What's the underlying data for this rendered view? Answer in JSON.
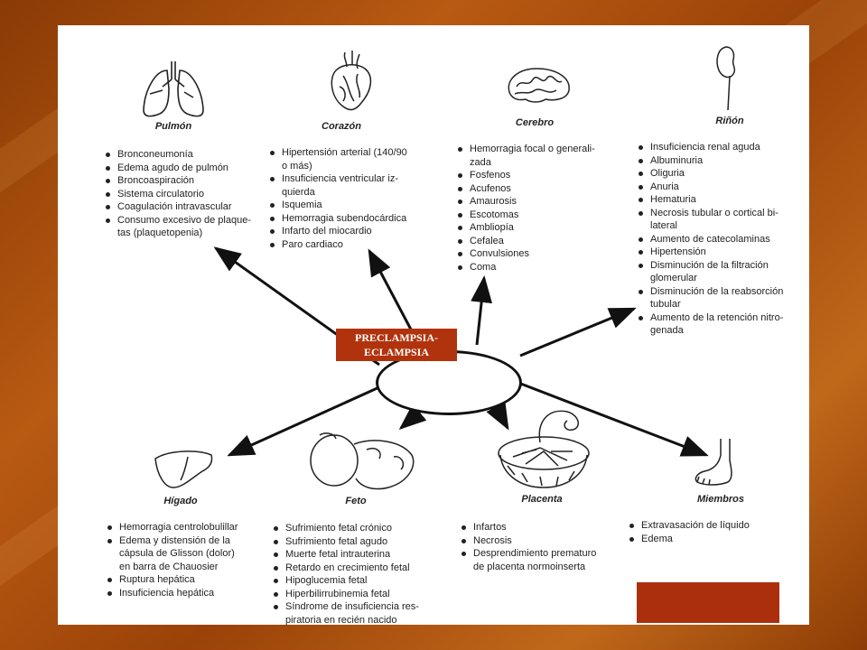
{
  "center": {
    "line1": "PRECLAMPSIA-",
    "line2": "ECLAMPSIA"
  },
  "organs": {
    "pulmon": {
      "label": "Pulmón",
      "icon": "lungs-icon",
      "items": [
        "Bronconeumonía",
        "Edema agudo de pulmón",
        "Broncoaspiración",
        "Sistema circulatorio",
        "Coagulación intravascular",
        "Consumo excesivo de plaque-",
        "tas (plaquetopenia)"
      ]
    },
    "corazon": {
      "label": "Corazón",
      "icon": "heart-icon",
      "items": [
        "Hipertensión arterial (140/90",
        "o más)",
        "Insuficiencia ventricular iz-",
        "quierda",
        "Isquemia",
        "Hemorragia subendocárdica",
        "Infarto del miocardio",
        "Paro cardiaco"
      ]
    },
    "cerebro": {
      "label": "Cerebro",
      "icon": "brain-icon",
      "items": [
        "Hemorragia focal o generali-",
        "zada",
        "Fosfenos",
        "Acufenos",
        "Amaurosis",
        "Escotomas",
        "Ambliopía",
        "Cefalea",
        "Convulsiones",
        "Coma"
      ]
    },
    "rinon": {
      "label": "Riñón",
      "icon": "kidney-icon",
      "items": [
        "Insuficiencia renal aguda",
        "Albuminuria",
        "Oliguria",
        "Anuria",
        "Hematuria",
        "Necrosis tubular o cortical bi-",
        "lateral",
        "Aumento de catecolaminas",
        "Hipertensión",
        "Disminución de la filtración",
        "glomerular",
        "Disminución de la reabsorción",
        "tubular",
        "Aumento de la retención nitro-",
        "genada"
      ]
    },
    "higado": {
      "label": "Hígado",
      "icon": "liver-icon",
      "items": [
        "Hemorragia centrolobulillar",
        "Edema y distensión de la",
        "cápsula de Glisson (dolor)",
        "en barra de Chauosier",
        "Ruptura hepática",
        "Insuficiencia hepática"
      ]
    },
    "feto": {
      "label": "Feto",
      "icon": "fetus-icon",
      "items": [
        "Sufrimiento fetal crónico",
        "Sufrimiento fetal agudo",
        "Muerte fetal intrauterina",
        "Retardo en crecimiento fetal",
        "Hipoglucemia fetal",
        "Hiperbilirrubinemia fetal",
        "Síndrome de insuficiencia res-",
        "piratoria en recién nacido"
      ]
    },
    "placenta": {
      "label": "Placenta",
      "icon": "placenta-icon",
      "items": [
        "Infartos",
        "Necrosis",
        "Desprendimiento prematuro",
        "de placenta normoinserta"
      ]
    },
    "miembros": {
      "label": "Miembros",
      "icon": "foot-icon",
      "items": [
        "Extravasación de líquido",
        "Edema"
      ]
    }
  },
  "colors": {
    "accent_box": "#b1330d",
    "corner_box": "#ab2f0c",
    "background": "#a24a0c"
  }
}
